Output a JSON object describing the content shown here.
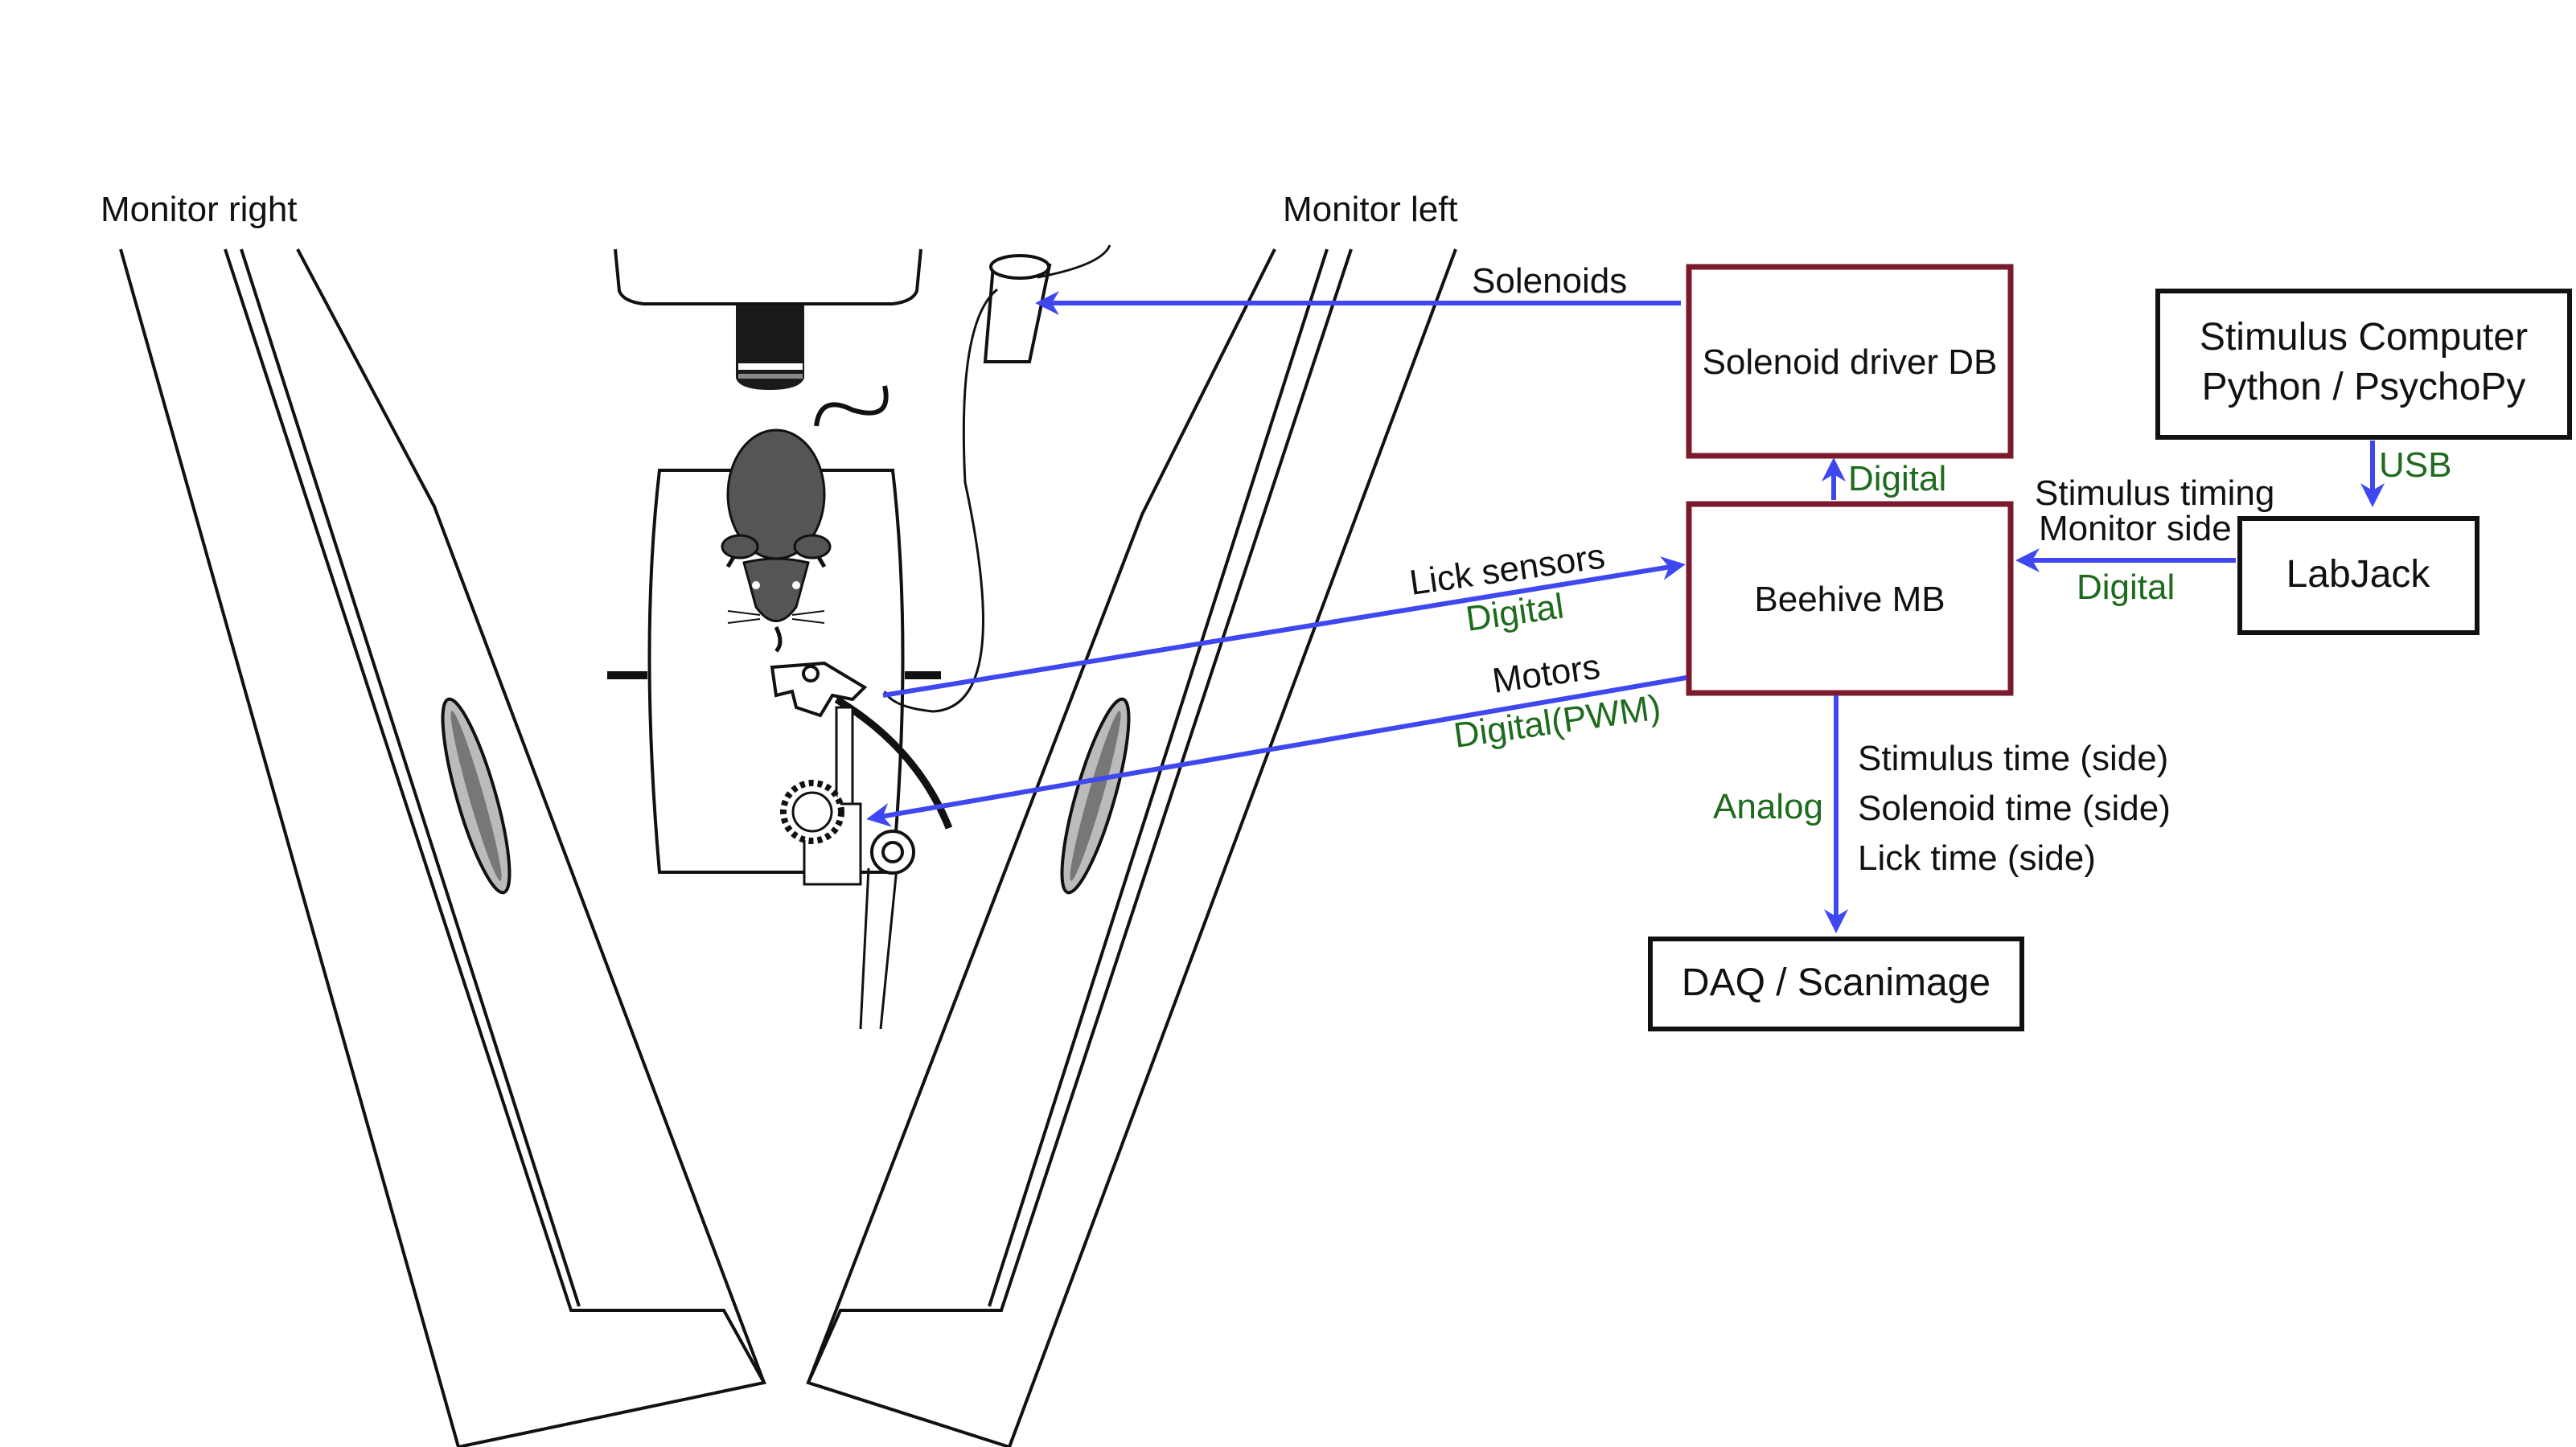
{
  "labels": {
    "monitor_right": "Monitor right",
    "monitor_left": "Monitor left"
  },
  "boxes": {
    "solenoid_driver": "Solenoid driver DB",
    "beehive": "Beehive MB",
    "stimulus_line1": "Stimulus Computer",
    "stimulus_line2": "Python / PsychoPy",
    "labjack": "LabJack",
    "daq": "DAQ / Scanimage"
  },
  "connections": {
    "solenoids": "Solenoids",
    "digital_driver": "Digital",
    "lick_sensors": "Lick sensors",
    "lick_digital": "Digital",
    "motors": "Motors",
    "motors_pwm": "Digital(PWM)",
    "usb": "USB",
    "stimulus_timing": "Stimulus timing",
    "monitor_side": "Monitor side",
    "labjack_digital": "Digital",
    "analog": "Analog",
    "stimulus_time": "Stimulus time (side)",
    "solenoid_time": "Solenoid time (side)",
    "lick_time": "Lick time (side)"
  },
  "colors": {
    "arrow": "#3f48f0",
    "signal_text": "#1e6b1e",
    "controller_border": "#7a1a2a",
    "mouse": "#555555"
  },
  "icons": [
    "mouse-icon",
    "objective-lens-icon",
    "treadmill-icon",
    "lick-spout-icon",
    "gear-icon",
    "solenoid-valve-icon",
    "monitor-right-icon",
    "monitor-left-icon"
  ]
}
